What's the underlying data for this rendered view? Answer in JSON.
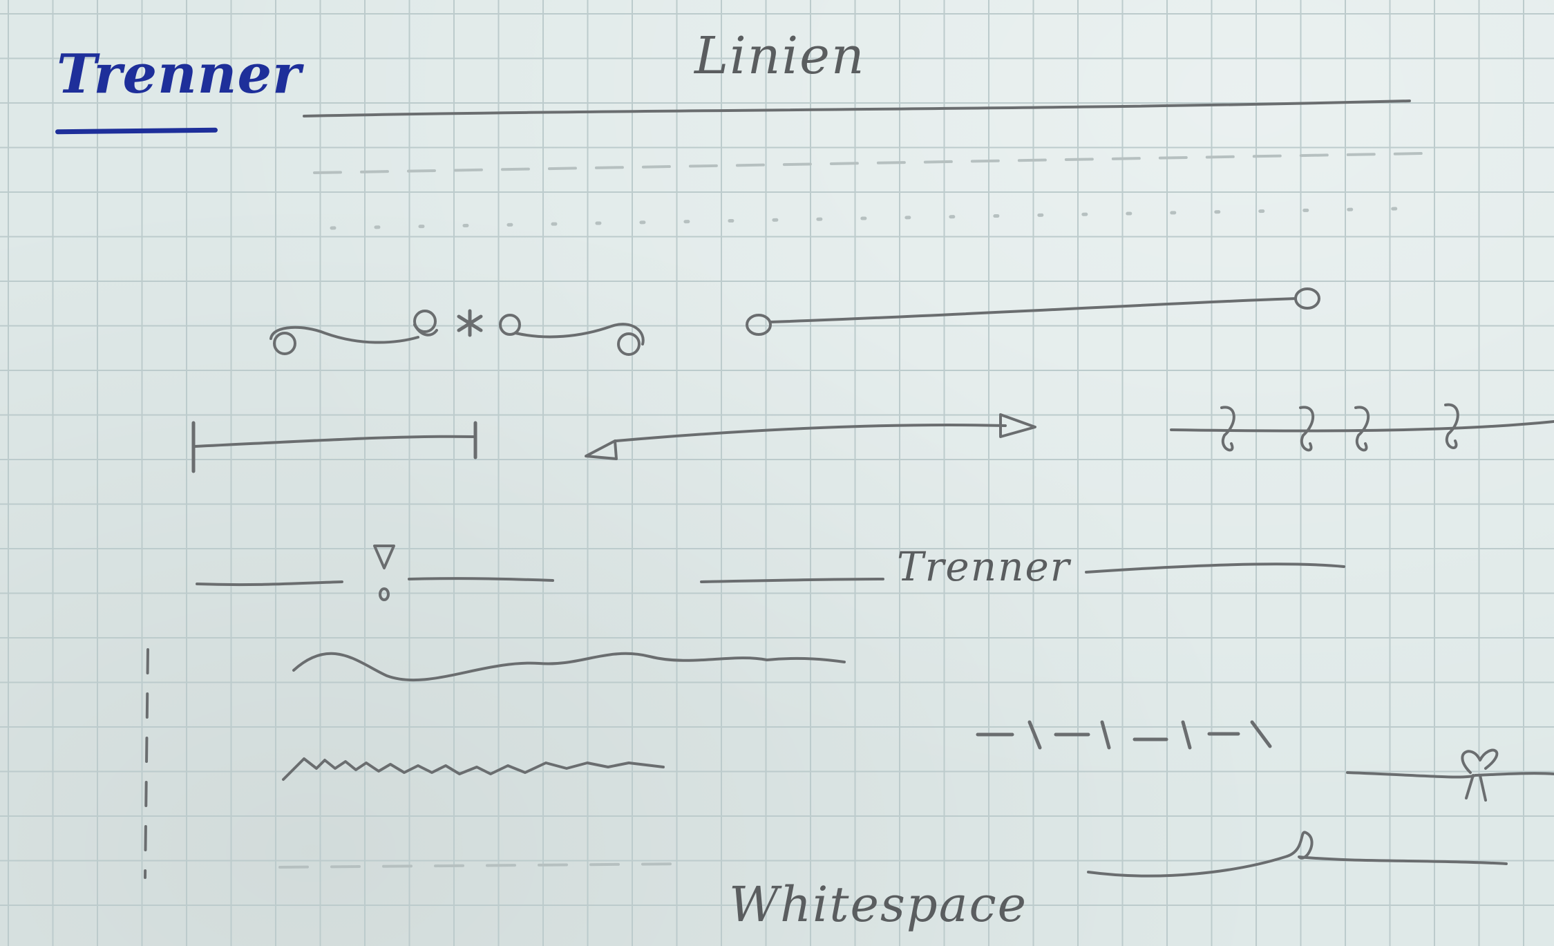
{
  "page": {
    "title": "Trenner",
    "heading_lines": "Linien",
    "inline_separator_text": "Trenner",
    "heading_whitespace": "Whitespace"
  },
  "colors": {
    "paper": "#dfe9e8",
    "grid": "#bccbcc",
    "pencil": "#6a6d6f",
    "faint_pencil": "#b6c0c0",
    "blue_ink": "#1e2f9a"
  }
}
